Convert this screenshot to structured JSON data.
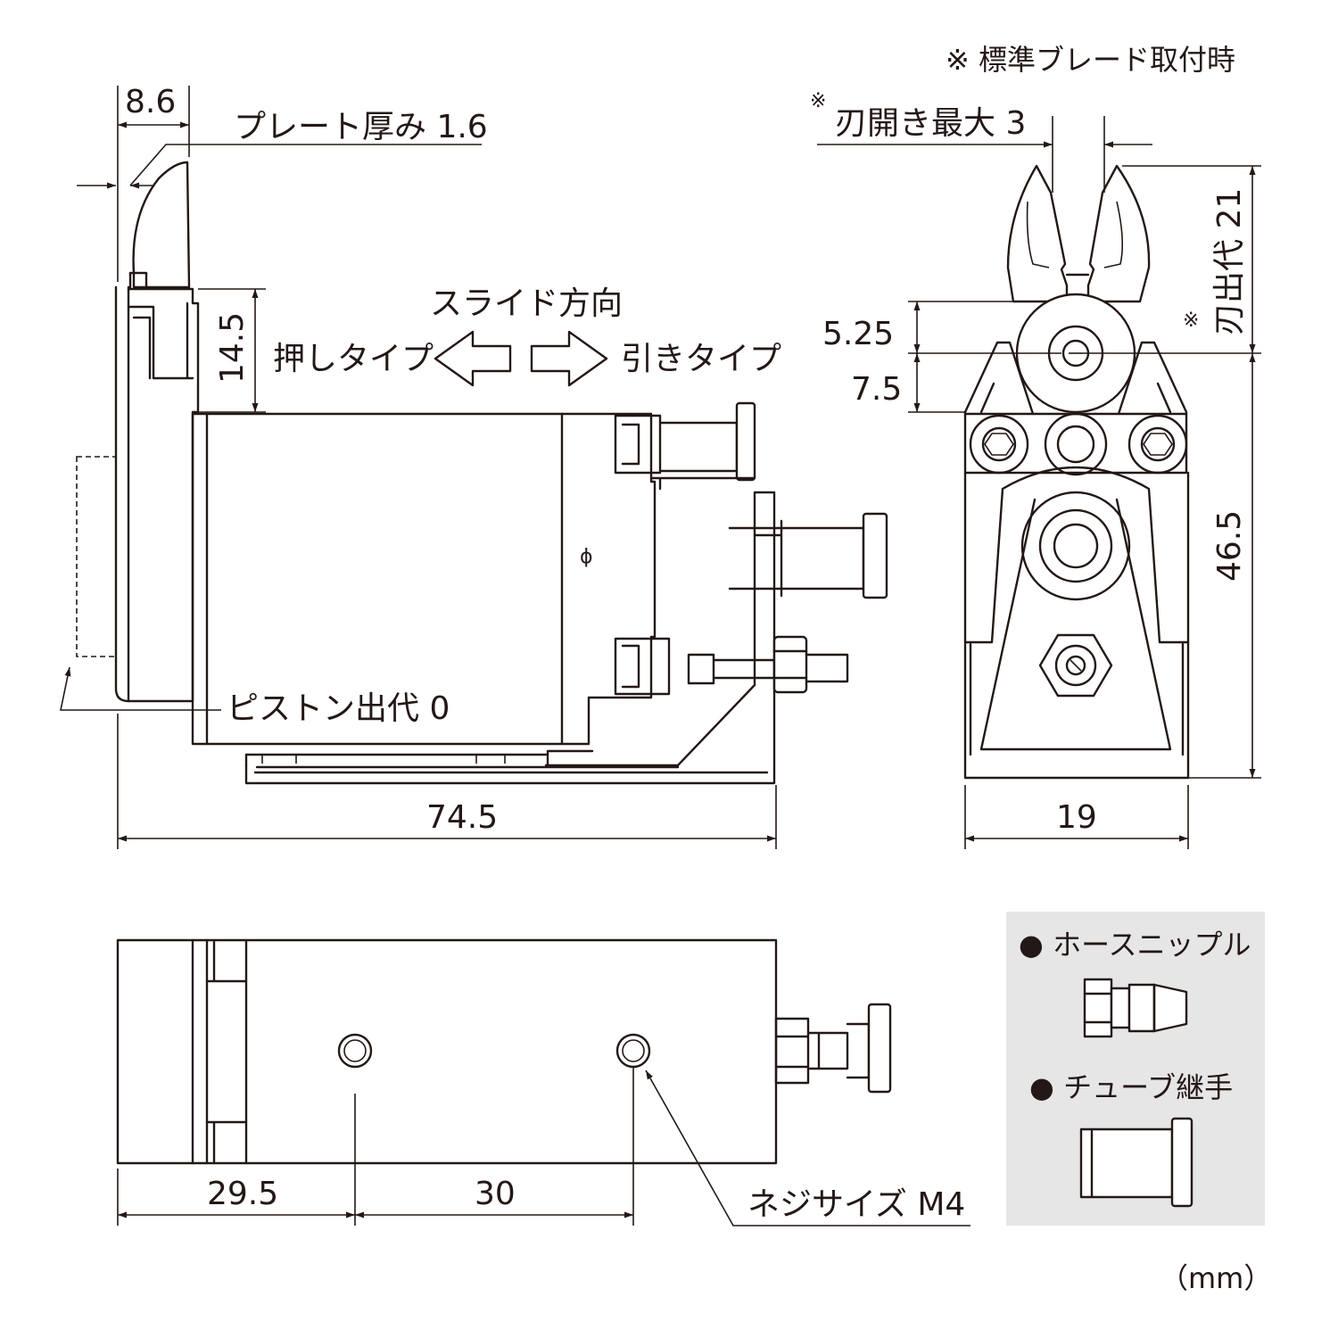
{
  "notes": {
    "standard_blade": "※ 標準ブレード取付時",
    "unit": "（mm）"
  },
  "side_view": {
    "dim_width_top": "8.6",
    "plate_thickness": "プレート厚み 1.6",
    "dim_height_blade": "14.5",
    "slide_direction": "スライド方向",
    "push_type": "押しタイプ",
    "pull_type": "引きタイプ",
    "piston_stroke": "ピストン出代 0",
    "dim_total_length": "74.5"
  },
  "front_view": {
    "blade_opening_mark": "※",
    "blade_opening": "刃開き最大 3",
    "blade_protrusion_mark": "※",
    "blade_protrusion": "刃出代 21",
    "dim_5_25": "5.25",
    "dim_7_5": "7.5",
    "dim_46_5": "46.5",
    "dim_width": "19"
  },
  "bottom_view": {
    "dim_29_5": "29.5",
    "dim_30": "30",
    "screw_size": "ネジサイズ M4"
  },
  "legend": {
    "hose_nipple": "● ホースニップル",
    "tube_fitting": "● チューブ継手",
    "background": "#e6e6e6"
  }
}
